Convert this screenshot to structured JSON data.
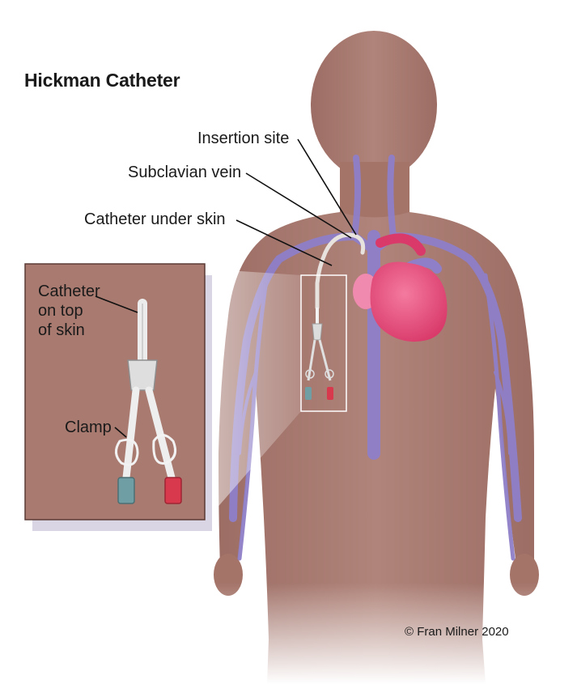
{
  "title": "Hickman Catheter",
  "labels": {
    "insertion_site": "Insertion site",
    "subclavian_vein": "Subclavian vein",
    "catheter_under_skin": "Catheter under skin"
  },
  "inset": {
    "catheter_on_top_line1": "Catheter",
    "catheter_on_top_line2": "on top",
    "catheter_on_top_line3": "of skin",
    "clamp": "Clamp"
  },
  "credit": "© Fran Milner 2020",
  "colors": {
    "skin": "#a97a70",
    "skin_dark": "#8a5c55",
    "vein": "#8f7fc9",
    "heart": "#e8537e",
    "catheter_blue": "#6f9ea4",
    "catheter_red": "#d9394d",
    "inset_bg": "#a97a70"
  }
}
